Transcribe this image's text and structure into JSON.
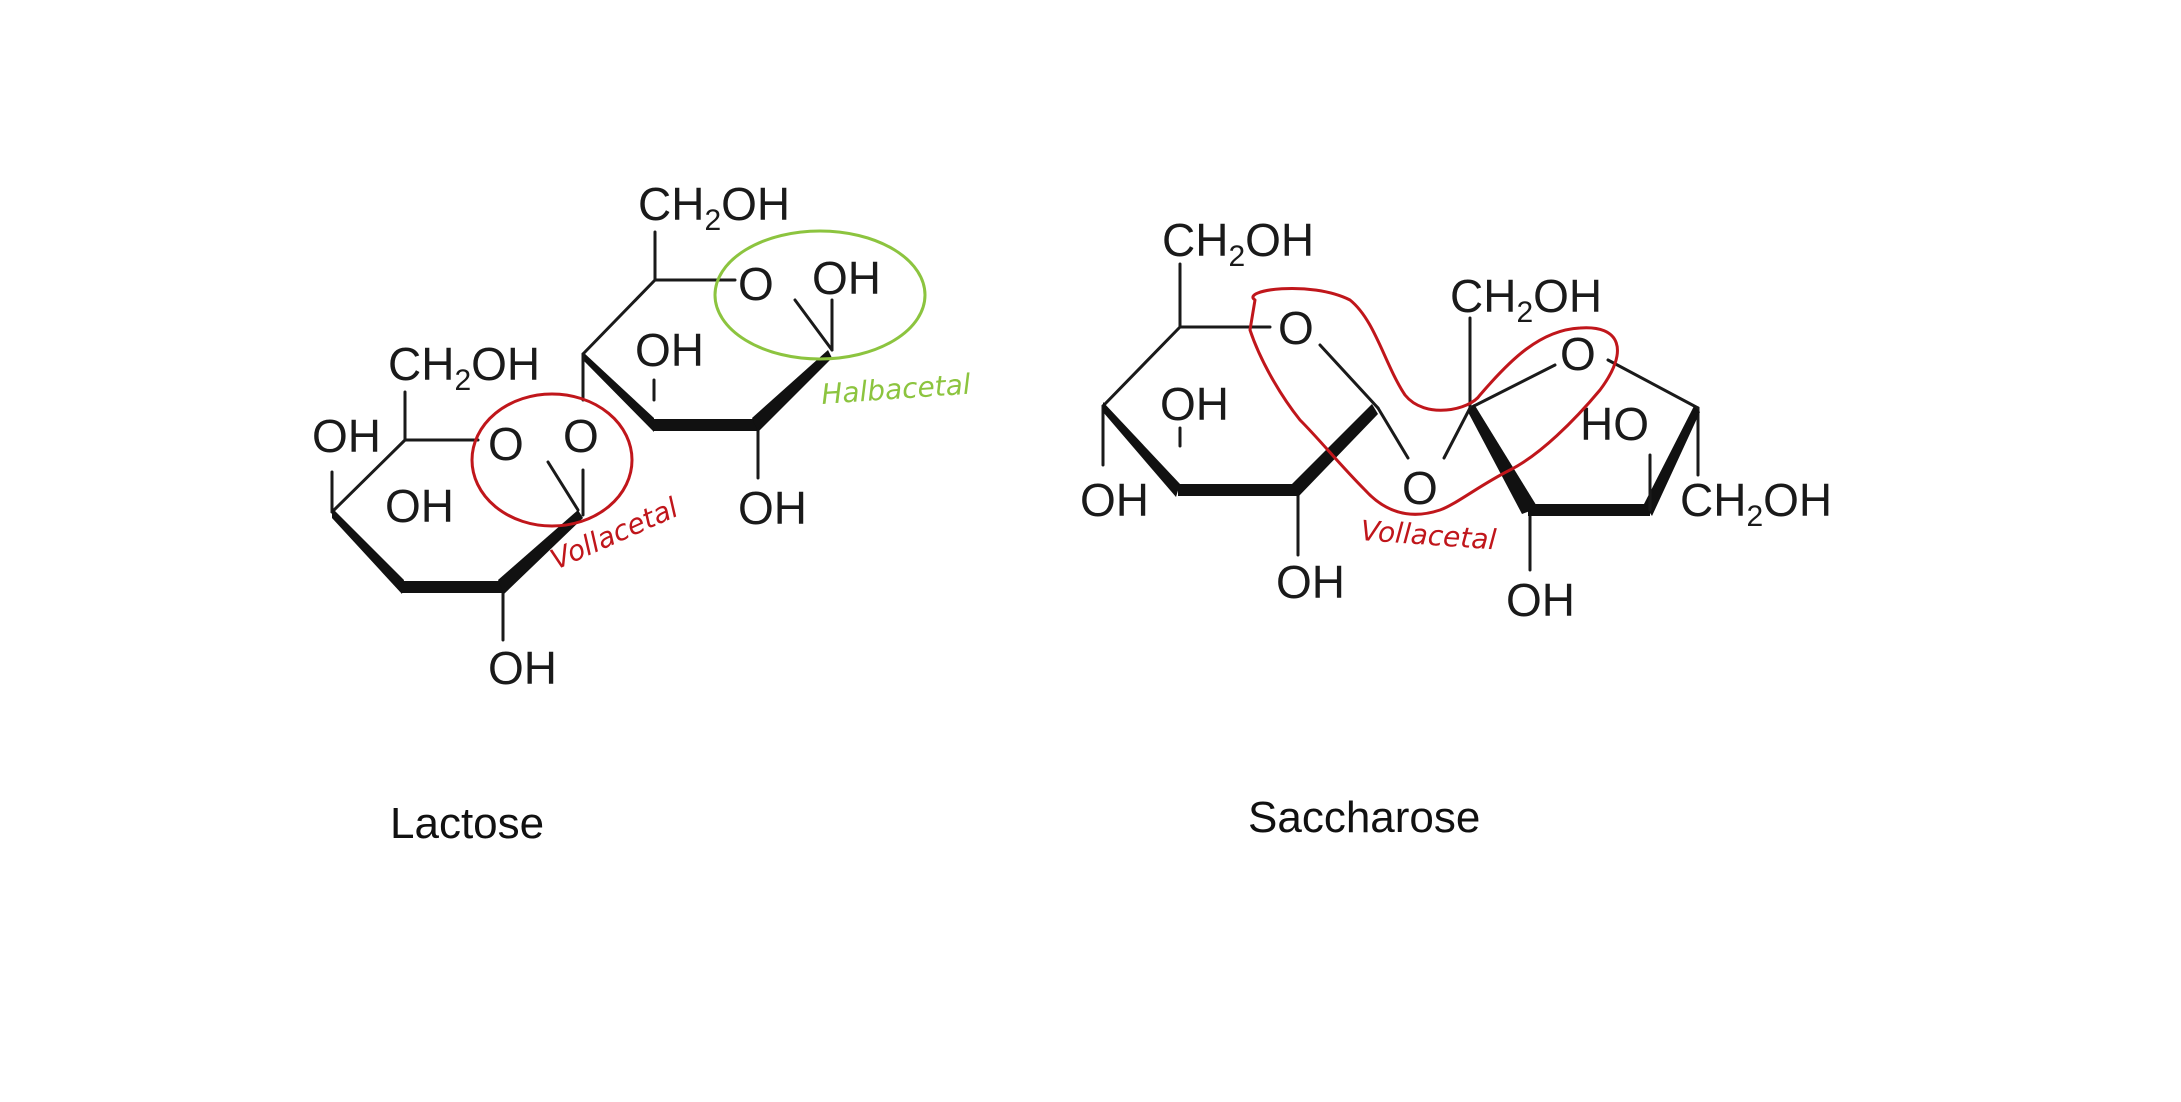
{
  "lactose": {
    "caption": "Lactose",
    "annotation_full": "Vollacetal",
    "annotation_half": "Halbacetal",
    "labels": {
      "ch2oh_top": "CH",
      "ch2oh_top_sub": "2",
      "ch2oh_top_end": "OH",
      "ring2_o": "O",
      "ring2_oh_anomeric": "OH",
      "ring2_oh_upper": "OH",
      "ring2_oh_lower": "OH",
      "ch2oh_left": "CH",
      "ch2oh_left_sub": "2",
      "ch2oh_left_end": "OH",
      "ring1_oh_left": "OH",
      "ring1_o": "O",
      "link_o": "O",
      "ring1_oh_mid": "OH",
      "ring1_oh_bottom": "OH"
    }
  },
  "saccharose": {
    "caption": "Saccharose",
    "annotation_full": "Vollacetal",
    "labels": {
      "ch2oh_left": "CH",
      "ch2oh_left_sub": "2",
      "ch2oh_left_end": "OH",
      "ring1_o": "O",
      "ring1_oh_mid": "OH",
      "ring1_oh_left": "OH",
      "ring1_oh_bottom": "OH",
      "bridge_o": "O",
      "ch2oh_mid": "CH",
      "ch2oh_mid_sub": "2",
      "ch2oh_mid_end": "OH",
      "ring2_o": "O",
      "ring2_ho": "HO",
      "ch2oh_right": "CH",
      "ch2oh_right_sub": "2",
      "ch2oh_right_end": "OH",
      "ring2_oh_bottom": "OH"
    }
  },
  "colors": {
    "vollacetal": "#c0161b",
    "halbacetal": "#8cc43f"
  }
}
